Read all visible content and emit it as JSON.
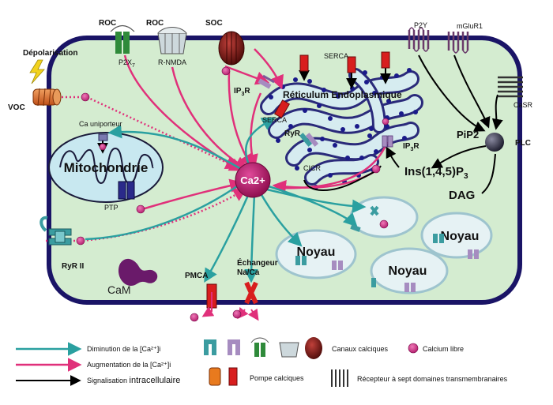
{
  "labels": {
    "roc_1": "ROC",
    "roc_2": "ROC",
    "soc": "SOC",
    "p2x7": "P2X",
    "p2x7_sub": "7",
    "r_nmda": "R-NMDA",
    "depolarisation": "Dépolarisation",
    "voc": "VOC",
    "ip3r_1": "IP",
    "ip3r_1_sub": "3",
    "ip3r_1_end": "R",
    "serca_1": "SERCA",
    "serca_2": "SERCA",
    "reticulum": "Réticulum Endoplasmique",
    "ryr": "RyR",
    "cicr": "CICR",
    "ip3r_2": "IP",
    "ip3r_2_sub": "3",
    "ip3r_2_end": "R",
    "p2y": "P2Y",
    "mglur1": "mGluR1",
    "casr": "CaSR",
    "pip2": "PiP2",
    "plc": "PLC",
    "ins_1": "Ins(1,4,5)P",
    "ins_sub": "3",
    "dag": "DAG",
    "ca_uniporteur": "Ca uniporteur",
    "mitochondrie": "Mitochondrie",
    "ptp": "PTP",
    "ca2": "Ca2+",
    "ryr2": "RyR II",
    "cam": "CaM",
    "pmca": "PMCA",
    "echangeur_1": "Échangeur",
    "echangeur_2": "Na/Ca",
    "noyau_1": "Noyau",
    "noyau_2": "Noyau",
    "noyau_3": "Noyau"
  },
  "legend": {
    "diminution": "Diminution de la [Ca²⁺]i",
    "augmentation": "Augmentation de la [Ca²⁺]i",
    "signalisation_a": "Signalisation ",
    "signalisation_b": "intracellulaire",
    "canaux": "Canaux calciques",
    "pompe": "Pompe calciques",
    "calcium_libre": "Calcium libre",
    "recepteur": "Récepteur à sept  domaines transmembranaires"
  },
  "colors": {
    "cytoplasm": "#d4ecd0",
    "membrane": "#1a1466",
    "decrease_arrow": "#2aa0a0",
    "increase_arrow": "#e0307a",
    "signal_arrow": "#000000",
    "calcium": "#d6318a",
    "pump_red": "#d81e1e",
    "pump_orange": "#e87a1e",
    "channel_teal": "#3b9ca0",
    "channel_purple": "#a68cc0",
    "channel_green": "#2f8a3a",
    "soc_dark_red": "#7a1a14",
    "receptor_purple": "#8a5a8a",
    "ca2_circle": "#c0247a",
    "cam_purple": "#6a1a6a"
  }
}
